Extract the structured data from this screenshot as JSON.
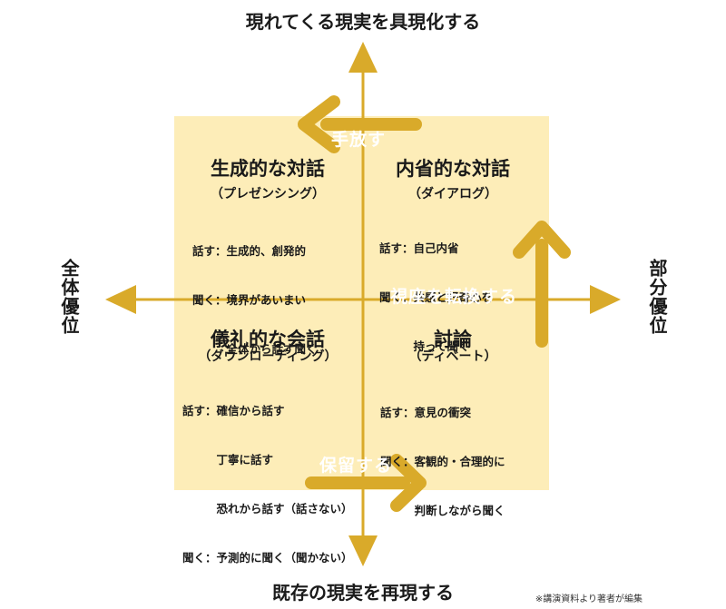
{
  "colors": {
    "panel": "#fdedb8",
    "axis": "#d9aa2a",
    "arrow": "#d9aa2a",
    "text": "#1a1a1a"
  },
  "axes": {
    "top": "現れてくる現実を具現化する",
    "bottom": "既存の現実を再現する",
    "left": "全体優位",
    "right": "部分優位"
  },
  "quadrants": {
    "top_left": {
      "title": "生成的な対話",
      "subtitle": "（プレゼンシング）",
      "lines": [
        "話す：生成的、創発的",
        "聞く：境界があいまい",
        "　　　全体から話す聞く"
      ]
    },
    "top_right": {
      "title": "内省的な対話",
      "subtitle": "（ダイアログ）",
      "lines": [
        "話す：自己内省",
        "聞く：共感と好奇心を",
        "　　　持って聞く"
      ]
    },
    "bottom_left": {
      "title": "儀礼的な会話",
      "subtitle": "（ダウンローディング）",
      "lines": [
        "話す：確信から話す",
        "　　　丁寧に話す",
        "　　　恐れから話す（話さない）",
        "聞く：予測的に聞く（聞かない）"
      ]
    },
    "bottom_right": {
      "title": "討論",
      "subtitle": "（ディベート）",
      "lines": [
        "話す：意見の衝突",
        "聞く：客観的・合理的に",
        "　　　判断しながら聞く"
      ]
    }
  },
  "actions": {
    "let_go": "手放す",
    "shift_viewpoint": "視座を転換する",
    "suspend": "保留する"
  },
  "credit": "※講演資料より著者が編集"
}
